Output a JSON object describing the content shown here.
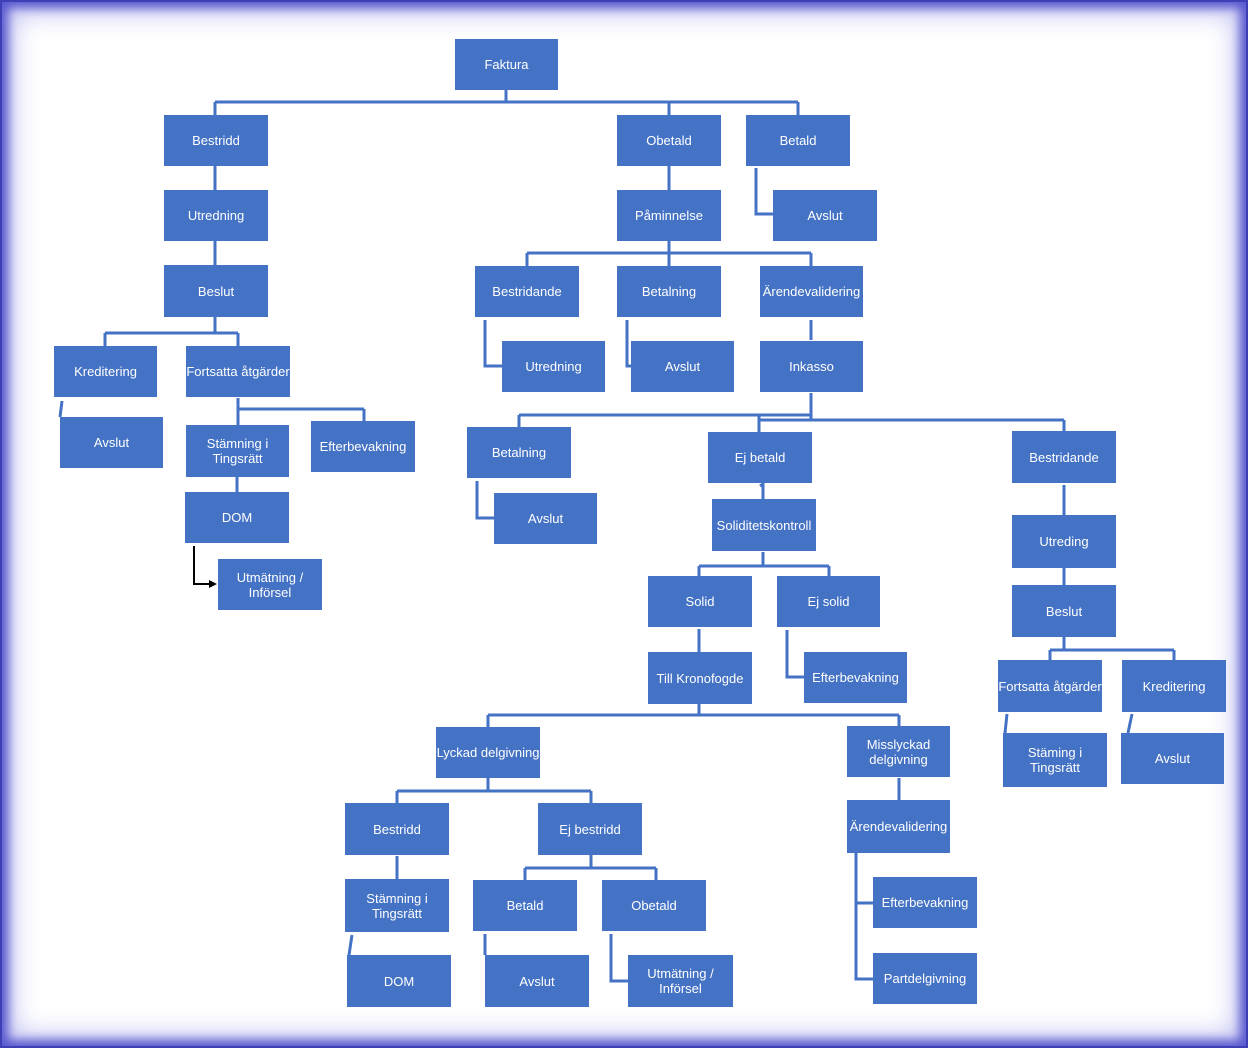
{
  "root": {
    "label": "Faktura"
  },
  "bestridd_branch": {
    "bestridd": "Bestridd",
    "utredning": "Utredning",
    "beslut": "Beslut",
    "kreditering": "Kreditering",
    "fortsatta_atgarder": "Fortsatta åtgärder",
    "avslut": "Avslut",
    "stamning": "Stämning i\nTingsrätt",
    "efterbevakning": "Efterbevakning",
    "dom": "DOM",
    "utmatning": "Utmätning /\nInförsel"
  },
  "obetald_branch": {
    "obetald": "Obetald",
    "paminnelse": "Påminnelse",
    "bestridande": "Bestridande",
    "betalning": "Betalning",
    "arendevalidering": "Ärendevalidering",
    "bestridande_utredning": "Utredning",
    "betalning_avslut": "Avslut",
    "inkasso": "Inkasso"
  },
  "betald_branch": {
    "betald": "Betald",
    "avslut": "Avslut"
  },
  "inkasso_branch": {
    "betalning": "Betalning",
    "betalning_avslut": "Avslut",
    "ej_betald": "Ej betald",
    "soliditetskontroll": "Soliditetskontroll",
    "solid": "Solid",
    "ej_solid": "Ej solid",
    "efterbevakning": "Efterbevakning",
    "till_kronofogde": "Till Kronofogde",
    "bestridande": "Bestridande",
    "utreding": "Utreding",
    "beslut": "Beslut",
    "fortsatta_atgarder": "Fortsatta åtgärder",
    "kreditering": "Kreditering",
    "staming": "Stäming i\nTingsrätt",
    "avslut": "Avslut"
  },
  "kronofogde_branch": {
    "lyckad_delgivning": "Lyckad delgivning",
    "misslyckad_delgivning": "Misslyckad\ndelgivning",
    "bestridd": "Bestridd",
    "ej_bestridd": "Ej bestridd",
    "stamning": "Stämning i\nTingsrätt",
    "dom": "DOM",
    "betald": "Betald",
    "obetald": "Obetald",
    "betald_avslut": "Avslut",
    "utmatning": "Utmätning /\nInförsel",
    "arendevalidering": "Ärendevalidering",
    "efterbevakning": "Efterbevakning",
    "partdelgivning": "Partdelgivning"
  },
  "colors": {
    "node_fill": "#4472c4",
    "connector": "#4472c4",
    "frame_border": "#3f3fb5"
  }
}
